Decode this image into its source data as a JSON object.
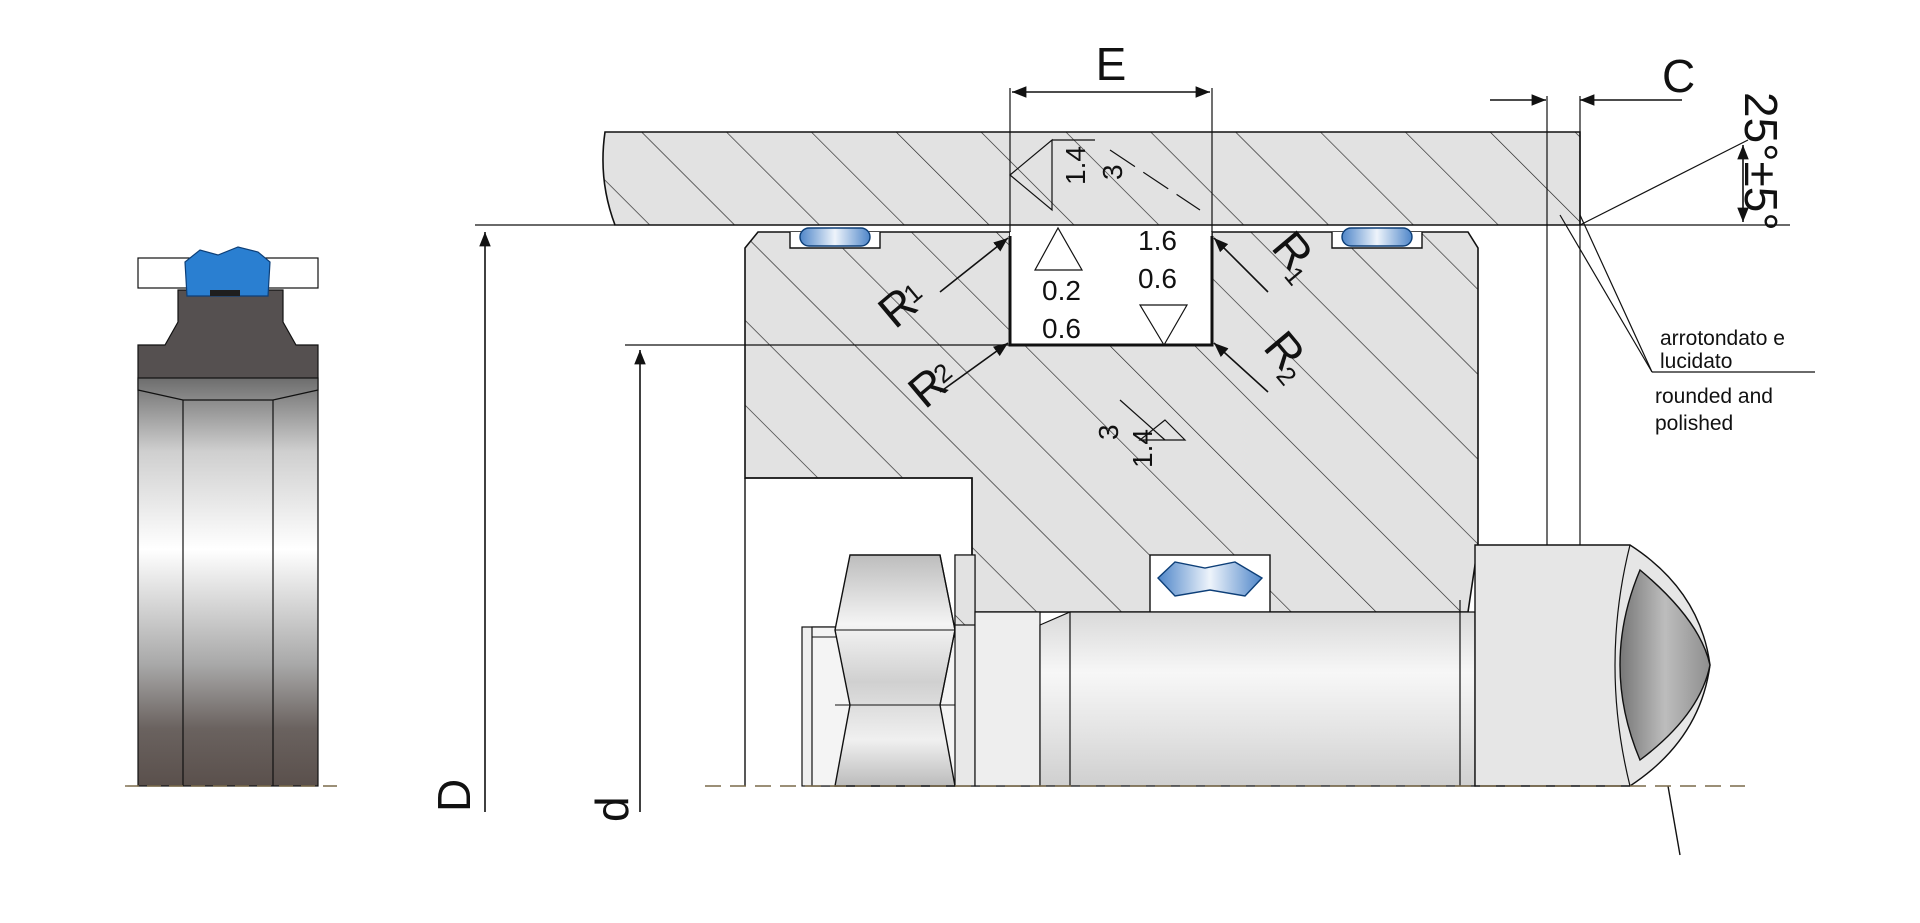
{
  "dimensions": {
    "E": "E",
    "C": "C",
    "D": "D",
    "d": "d",
    "angle": "25°±5°"
  },
  "roughness": {
    "top_a": "1.4",
    "top_b": "3",
    "left_a": "0.2",
    "left_b": "0.6",
    "right_a": "1.6",
    "right_b": "0.6",
    "bottom_a": "3",
    "bottom_b": "1.4"
  },
  "radii": {
    "r1_left": "R",
    "r1_left_sub": "1",
    "r2_left": "R",
    "r2_left_sub": "2",
    "r1_right": "R",
    "r1_right_sub": "1",
    "r2_right": "R",
    "r2_right_sub": "2"
  },
  "notes": {
    "it_line1": "arrotondato e",
    "it_line2": "lucidato",
    "en_line1": "rounded and",
    "en_line2": "polished"
  },
  "colors": {
    "hatch_fill": "#e2e2e2",
    "seal_blue": "#2a7fd1",
    "seal_body": "#555050",
    "steel_light": "#f2f2f2",
    "steel_dark": "#9a9a9a"
  }
}
